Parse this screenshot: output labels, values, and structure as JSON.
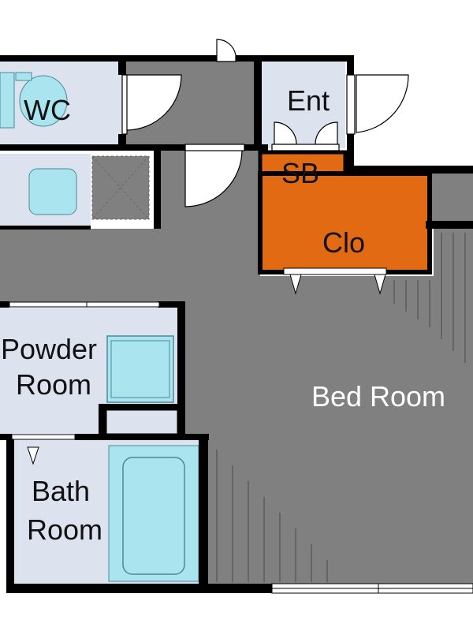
{
  "rooms": {
    "wc": {
      "label": "WC"
    },
    "ent": {
      "label": "Ent"
    },
    "sb": {
      "label": "SB"
    },
    "clo": {
      "label": "Clo"
    },
    "powder_room": {
      "line1": "Powder",
      "line2": "Room"
    },
    "bath_room": {
      "line1": "Bath",
      "line2": "Room"
    },
    "bed_room": {
      "label": "Bed Room"
    }
  },
  "colors": {
    "wall": "#000000",
    "floor_dark": "#808080",
    "floor_light": "#dce2ee",
    "fixture": "#a9e4ef",
    "storage": "#e26a13",
    "background": "#ffffff"
  }
}
